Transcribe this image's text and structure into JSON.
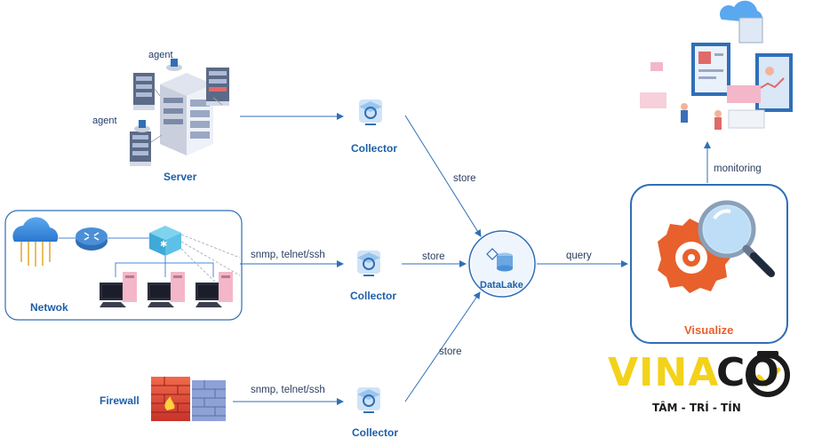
{
  "nodes": {
    "server": "Server",
    "network": "Netwok",
    "firewall": "Firewall",
    "collector_top": "Collector",
    "collector_mid": "Collector",
    "collector_bot": "Collector",
    "datalake": "DataLake",
    "visualize": "Visualize"
  },
  "agents": [
    "agent",
    "agent"
  ],
  "edges": {
    "store_top": "store",
    "store_mid": "store",
    "store_bot": "store",
    "snmp_mid": "snmp, telnet/ssh",
    "snmp_bot": "snmp, telnet/ssh",
    "query": "query",
    "monitoring": "monitoring"
  },
  "brand": {
    "name_part1": "VINA",
    "name_part2": "CO",
    "tagline": "TÂM - TRÍ - TÍN"
  },
  "colors": {
    "arrow": "#2f6fb7",
    "label_blue": "#1d5fa8",
    "visualize_orange": "#e8602c",
    "brand_yellow": "#f3d21a",
    "brand_dark": "#1b1b1b"
  }
}
